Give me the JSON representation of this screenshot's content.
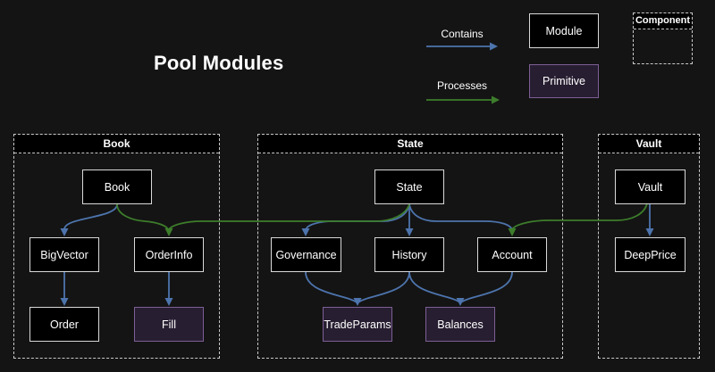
{
  "title": "Pool Modules",
  "legend": {
    "contains_label": "Contains",
    "processes_label": "Processes",
    "module_label": "Module",
    "primitive_label": "Primitive",
    "component_label": "Component",
    "contains_color": "#4d74ad",
    "processes_color": "#3d7d2b"
  },
  "colors": {
    "background": "#141414",
    "module_fill": "#000000",
    "module_border": "#d9d9d9",
    "primitive_fill": "#271e31",
    "primitive_border": "#7d5f96",
    "component_border": "#c9c9c9",
    "text": "#ffffff"
  },
  "containers": [
    {
      "label": "Book",
      "children": [
        "Book",
        "BigVector",
        "OrderInfo",
        "Order",
        "Fill"
      ]
    },
    {
      "label": "State",
      "children": [
        "State",
        "Governance",
        "History",
        "Account",
        "TradeParams",
        "Balances"
      ]
    },
    {
      "label": "Vault",
      "children": [
        "Vault",
        "DeepPrice"
      ]
    }
  ],
  "nodes": {
    "book": "Book",
    "bigvector": "BigVector",
    "orderinfo": "OrderInfo",
    "order": "Order",
    "fill": "Fill",
    "state": "State",
    "governance": "Governance",
    "history": "History",
    "account": "Account",
    "tradeparams": "TradeParams",
    "balances": "Balances",
    "vault": "Vault",
    "deepprice": "DeepPrice"
  },
  "node_types": {
    "primitives": [
      "Fill",
      "TradeParams",
      "Balances"
    ],
    "modules": [
      "Book",
      "BigVector",
      "OrderInfo",
      "Order",
      "State",
      "Governance",
      "History",
      "Account",
      "Vault",
      "DeepPrice"
    ]
  },
  "edges": [
    {
      "from": "Book",
      "to": "BigVector",
      "relation": "contains"
    },
    {
      "from": "BigVector",
      "to": "Order",
      "relation": "contains"
    },
    {
      "from": "OrderInfo",
      "to": "Fill",
      "relation": "contains"
    },
    {
      "from": "State",
      "to": "Governance",
      "relation": "contains"
    },
    {
      "from": "State",
      "to": "History",
      "relation": "contains"
    },
    {
      "from": "State",
      "to": "Account",
      "relation": "contains"
    },
    {
      "from": "Governance",
      "to": "TradeParams",
      "relation": "contains"
    },
    {
      "from": "History",
      "to": "TradeParams",
      "relation": "contains"
    },
    {
      "from": "History",
      "to": "Balances",
      "relation": "contains"
    },
    {
      "from": "Account",
      "to": "Balances",
      "relation": "contains"
    },
    {
      "from": "Vault",
      "to": "DeepPrice",
      "relation": "contains"
    },
    {
      "from": "Book",
      "to": "OrderInfo",
      "relation": "processes"
    },
    {
      "from": "State",
      "to": "OrderInfo",
      "relation": "processes"
    },
    {
      "from": "Vault",
      "to": "Account",
      "relation": "processes"
    }
  ]
}
